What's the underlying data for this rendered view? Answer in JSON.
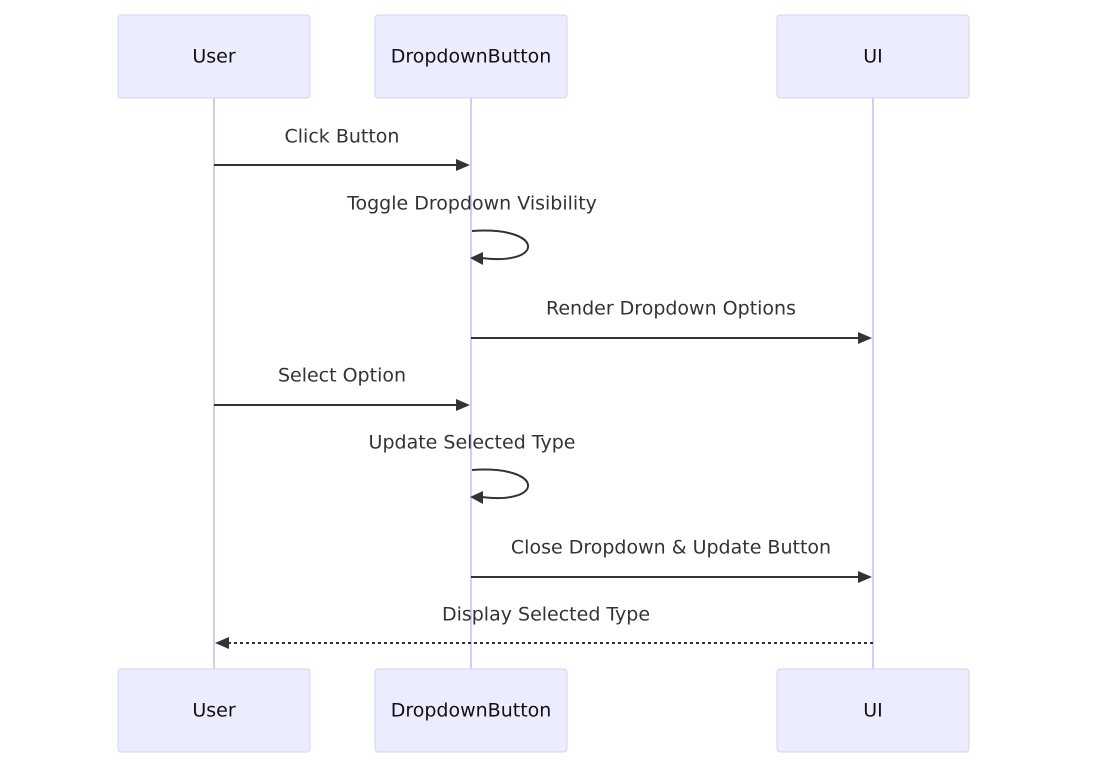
{
  "actors": [
    {
      "id": "user",
      "label": "User"
    },
    {
      "id": "dropdown_button",
      "label": "DropdownButton"
    },
    {
      "id": "ui",
      "label": "UI"
    }
  ],
  "messages": [
    {
      "from": "user",
      "to": "dropdown_button",
      "text": "Click Button",
      "style": "solid"
    },
    {
      "from": "dropdown_button",
      "to": "dropdown_button",
      "text": "Toggle Dropdown Visibility",
      "style": "solid"
    },
    {
      "from": "dropdown_button",
      "to": "ui",
      "text": "Render Dropdown Options",
      "style": "solid"
    },
    {
      "from": "user",
      "to": "dropdown_button",
      "text": "Select Option",
      "style": "solid"
    },
    {
      "from": "dropdown_button",
      "to": "dropdown_button",
      "text": "Update Selected Type",
      "style": "solid"
    },
    {
      "from": "dropdown_button",
      "to": "ui",
      "text": "Close Dropdown & Update Button",
      "style": "solid"
    },
    {
      "from": "ui",
      "to": "user",
      "text": "Display Selected Type",
      "style": "dotted"
    }
  ]
}
